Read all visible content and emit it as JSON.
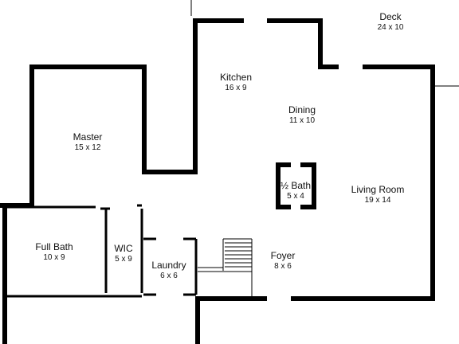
{
  "rooms": {
    "deck": {
      "name": "Deck",
      "dims": "24 x 10"
    },
    "kitchen": {
      "name": "Kitchen",
      "dims": "16 x 9"
    },
    "master": {
      "name": "Master",
      "dims": "15 x 12"
    },
    "dining": {
      "name": "Dining",
      "dims": "11 x 10"
    },
    "half_bath": {
      "name": "½ Bath",
      "dims": "5 x 4"
    },
    "living": {
      "name": "Living Room",
      "dims": "19 x 14"
    },
    "full_bath": {
      "name": "Full Bath",
      "dims": "10 x 9"
    },
    "wic": {
      "name": "WIC",
      "dims": "5 x 9"
    },
    "laundry": {
      "name": "Laundry",
      "dims": "6 x 6"
    },
    "foyer": {
      "name": "Foyer",
      "dims": "8 x 6"
    }
  },
  "colors": {
    "wall": "#000000",
    "background": "#ffffff",
    "text": "#111111"
  }
}
